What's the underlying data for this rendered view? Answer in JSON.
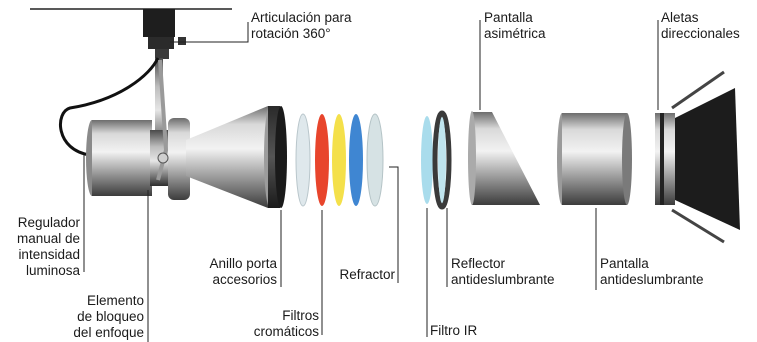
{
  "labels": {
    "articulacion": "Articulación para\nrotación 360°",
    "pantalla_asimetrica": "Pantalla\nasimétrica",
    "aletas": "Aletas\ndireccionales",
    "regulador": "Regulador\nmanual de\nintensidad\nluminosa",
    "elemento_bloqueo": "Elemento\nde bloqueo\ndel enfoque",
    "anillo": "Anillo porta\naccesorios",
    "filtros_cromaticos": "Filtros\ncromáticos",
    "refractor": "Refractor",
    "filtro_ir": "Filtro IR",
    "reflector": "Reflector\nantideslumbrante",
    "pantalla_antideslumbrante": "Pantalla\nantideslumbrante"
  },
  "filter_colors": {
    "clear_1": "#dfe8ec",
    "red": "#e8452c",
    "yellow": "#f4e04a",
    "blue": "#3f86d2",
    "clear_2": "#d6e2e4",
    "ir": "#a9dcec",
    "dark": "#3a3a3a"
  }
}
